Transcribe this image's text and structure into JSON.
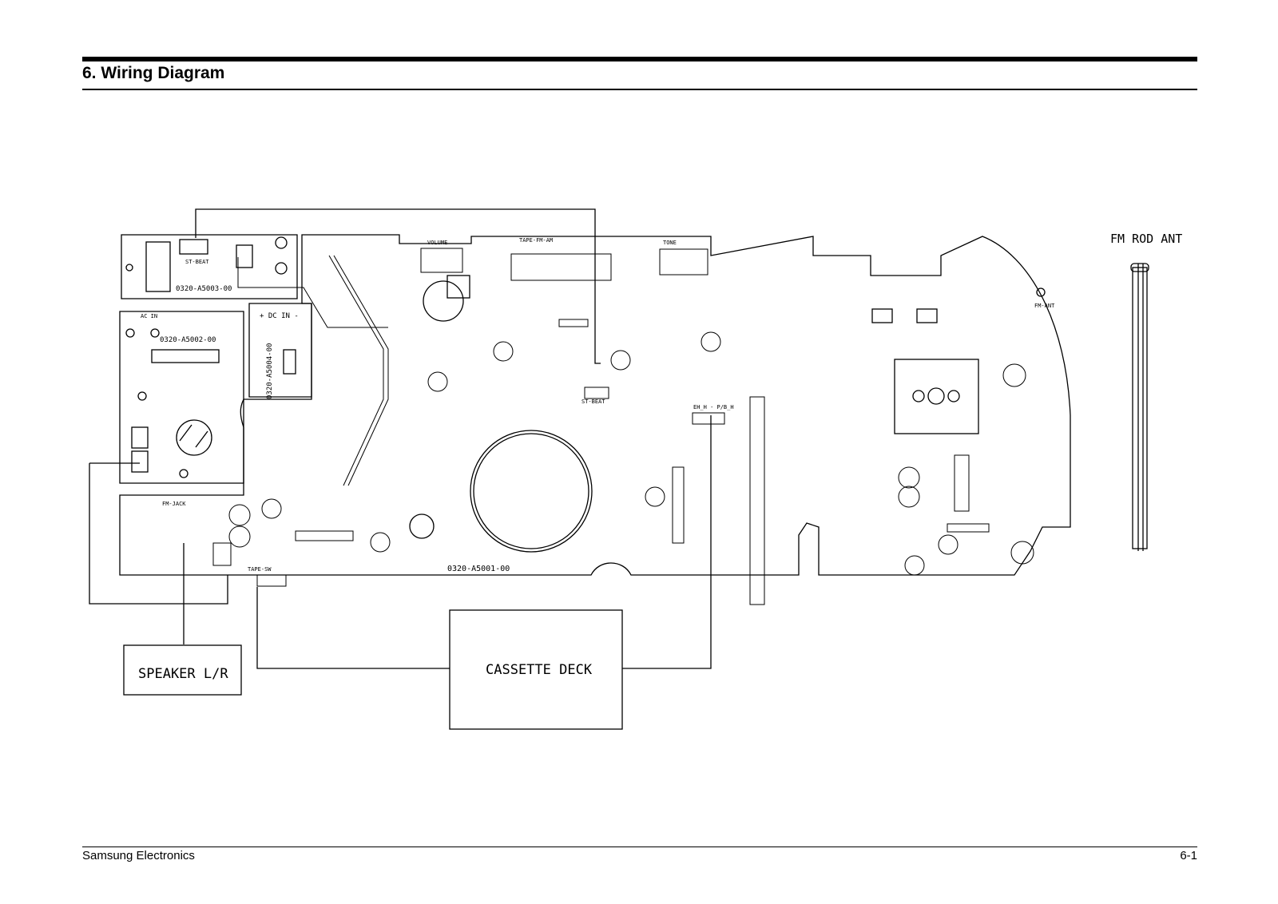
{
  "header": {
    "title": "6. Wiring Diagram"
  },
  "footer": {
    "company": "Samsung Electronics",
    "page": "6-1"
  },
  "diagram": {
    "antenna_label": "FM ROD ANT",
    "speaker_box": "SPEAKER L/R",
    "cassette_box": "CASSETTE DECK",
    "board_labels": {
      "pcb_main": "0320-A5001-00",
      "pcb_power": "0320-A5002-00",
      "pcb_top": "0320-A5003-00",
      "pcb_dc": "0320-A5004-00",
      "volume": "VOLUME",
      "tape_fm_am": "TAPE-FM-AM",
      "tone": "TONE",
      "st_beat_top": "ST-BEAT",
      "st_beat_mid": "ST-BEAT",
      "fm_ant": "FM-ANT",
      "tape_sw": "TAPE-SW",
      "eh_h_pb": "EH_H - P/B_H",
      "jack_fm": "FM-JACK",
      "ac_in": "AC IN",
      "dc_in": "+ DC IN -"
    }
  }
}
